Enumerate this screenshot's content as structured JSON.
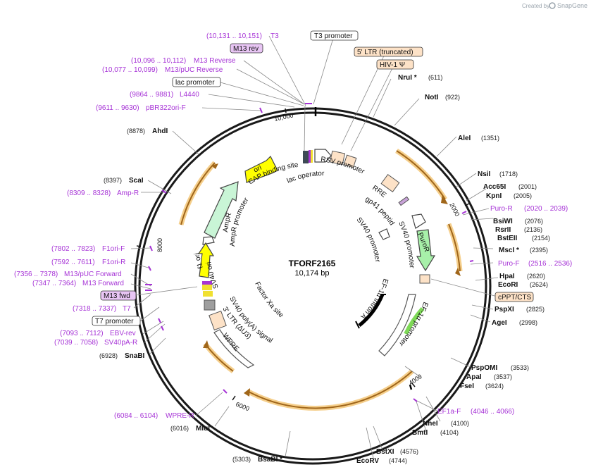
{
  "credit": {
    "prefix": "Created by",
    "brand": "SnapGene"
  },
  "plasmid": {
    "name": "TFORF2165",
    "length": "10,174 bp"
  },
  "ticks": [
    "2000",
    "4000",
    "6000",
    "8000",
    "10,000"
  ],
  "restriction_sites": [
    {
      "name": "NruI *",
      "pos": "(611)"
    },
    {
      "name": "NotI",
      "pos": "(922)"
    },
    {
      "name": "AleI",
      "pos": "(1351)"
    },
    {
      "name": "NsiI",
      "pos": "(1718)"
    },
    {
      "name": "Acc65I",
      "pos": "(2001)"
    },
    {
      "name": "KpnI",
      "pos": "(2005)"
    },
    {
      "name": "BsiWI",
      "pos": "(2076)"
    },
    {
      "name": "RsrII",
      "pos": "(2136)"
    },
    {
      "name": "BstEII",
      "pos": "(2154)"
    },
    {
      "name": "MscI *",
      "pos": "(2395)"
    },
    {
      "name": "HpaI",
      "pos": "(2620)"
    },
    {
      "name": "EcoRI",
      "pos": "(2624)"
    },
    {
      "name": "PspXI",
      "pos": "(2825)"
    },
    {
      "name": "AgeI",
      "pos": "(2998)"
    },
    {
      "name": "PspOMI",
      "pos": "(3533)"
    },
    {
      "name": "ApaI",
      "pos": "(3537)"
    },
    {
      "name": "FseI",
      "pos": "(3624)"
    },
    {
      "name": "NheI",
      "pos": "(4100)"
    },
    {
      "name": "BmtI",
      "pos": "(4104)"
    },
    {
      "name": "BstXI",
      "pos": "(4576)"
    },
    {
      "name": "EcoRV",
      "pos": "(4744)"
    },
    {
      "name": "BsaBI *",
      "pos": "(5303)"
    },
    {
      "name": "MluI",
      "pos": "(6016)"
    },
    {
      "name": "SnaBI",
      "pos": "(6928)"
    },
    {
      "name": "ScaI",
      "pos": "(8397)"
    },
    {
      "name": "AhdI",
      "pos": "(8878)"
    }
  ],
  "primers": [
    {
      "name": "T3",
      "range": "(10,131 .. 10,151)"
    },
    {
      "name": "M13 Reverse",
      "range": "(10,096 .. 10,112)"
    },
    {
      "name": "M13/pUC Reverse",
      "range": "(10,077 .. 10,099)"
    },
    {
      "name": "L4440",
      "range": "(9864 .. 9881)"
    },
    {
      "name": "pBR322ori-F",
      "range": "(9611 .. 9630)"
    },
    {
      "name": "Amp-R",
      "range": "(8309 .. 8328)"
    },
    {
      "name": "F1ori-F",
      "range": "(7802 .. 7823)"
    },
    {
      "name": "F1ori-R",
      "range": "(7592 .. 7611)"
    },
    {
      "name": "M13/pUC Forward",
      "range": "(7356 .. 7378)"
    },
    {
      "name": "M13 Forward",
      "range": "(7347 .. 7364)"
    },
    {
      "name": "T7",
      "range": "(7318 .. 7337)"
    },
    {
      "name": "EBV-rev",
      "range": "(7093 .. 7112)"
    },
    {
      "name": "SV40pA-R",
      "range": "(7039 .. 7058)"
    },
    {
      "name": "WPRE-R",
      "range": "(6084 .. 6104)"
    },
    {
      "name": "Puro-R",
      "range": "(2020 .. 2039)"
    },
    {
      "name": "Puro-F",
      "range": "(2516 .. 2536)"
    },
    {
      "name": "EF1a-F",
      "range": "(4046 .. 4066)"
    }
  ],
  "boxed_labels": [
    {
      "text": "T3 promoter"
    },
    {
      "text": "M13 rev"
    },
    {
      "text": "5' LTR (truncated)"
    },
    {
      "text": "HIV-1 Ψ"
    },
    {
      "text": "lac promoter"
    },
    {
      "text": "cPPT/CTS"
    },
    {
      "text": "M13 fwd"
    },
    {
      "text": "T7 promoter"
    }
  ],
  "feature_labels": [
    {
      "text": "ori"
    },
    {
      "text": "CAP binding site"
    },
    {
      "text": "lac operator"
    },
    {
      "text": "RSV promoter"
    },
    {
      "text": "RRE"
    },
    {
      "text": "gp41 peptide"
    },
    {
      "text": "SV40 promoter"
    },
    {
      "text": "SV40 promoter"
    },
    {
      "text": "PuroR"
    },
    {
      "text": "EF-1α promoter"
    },
    {
      "text": "EF-1α intron A"
    },
    {
      "text": "AmpR"
    },
    {
      "text": "AmpR promoter"
    },
    {
      "text": "f1 ori"
    },
    {
      "text": "SV40 ori"
    },
    {
      "text": "Factor Xa site"
    },
    {
      "text": "SV40 poly(A) signal"
    },
    {
      "text": "3' LTR (ΔU3)"
    },
    {
      "text": "WPRE"
    }
  ]
}
